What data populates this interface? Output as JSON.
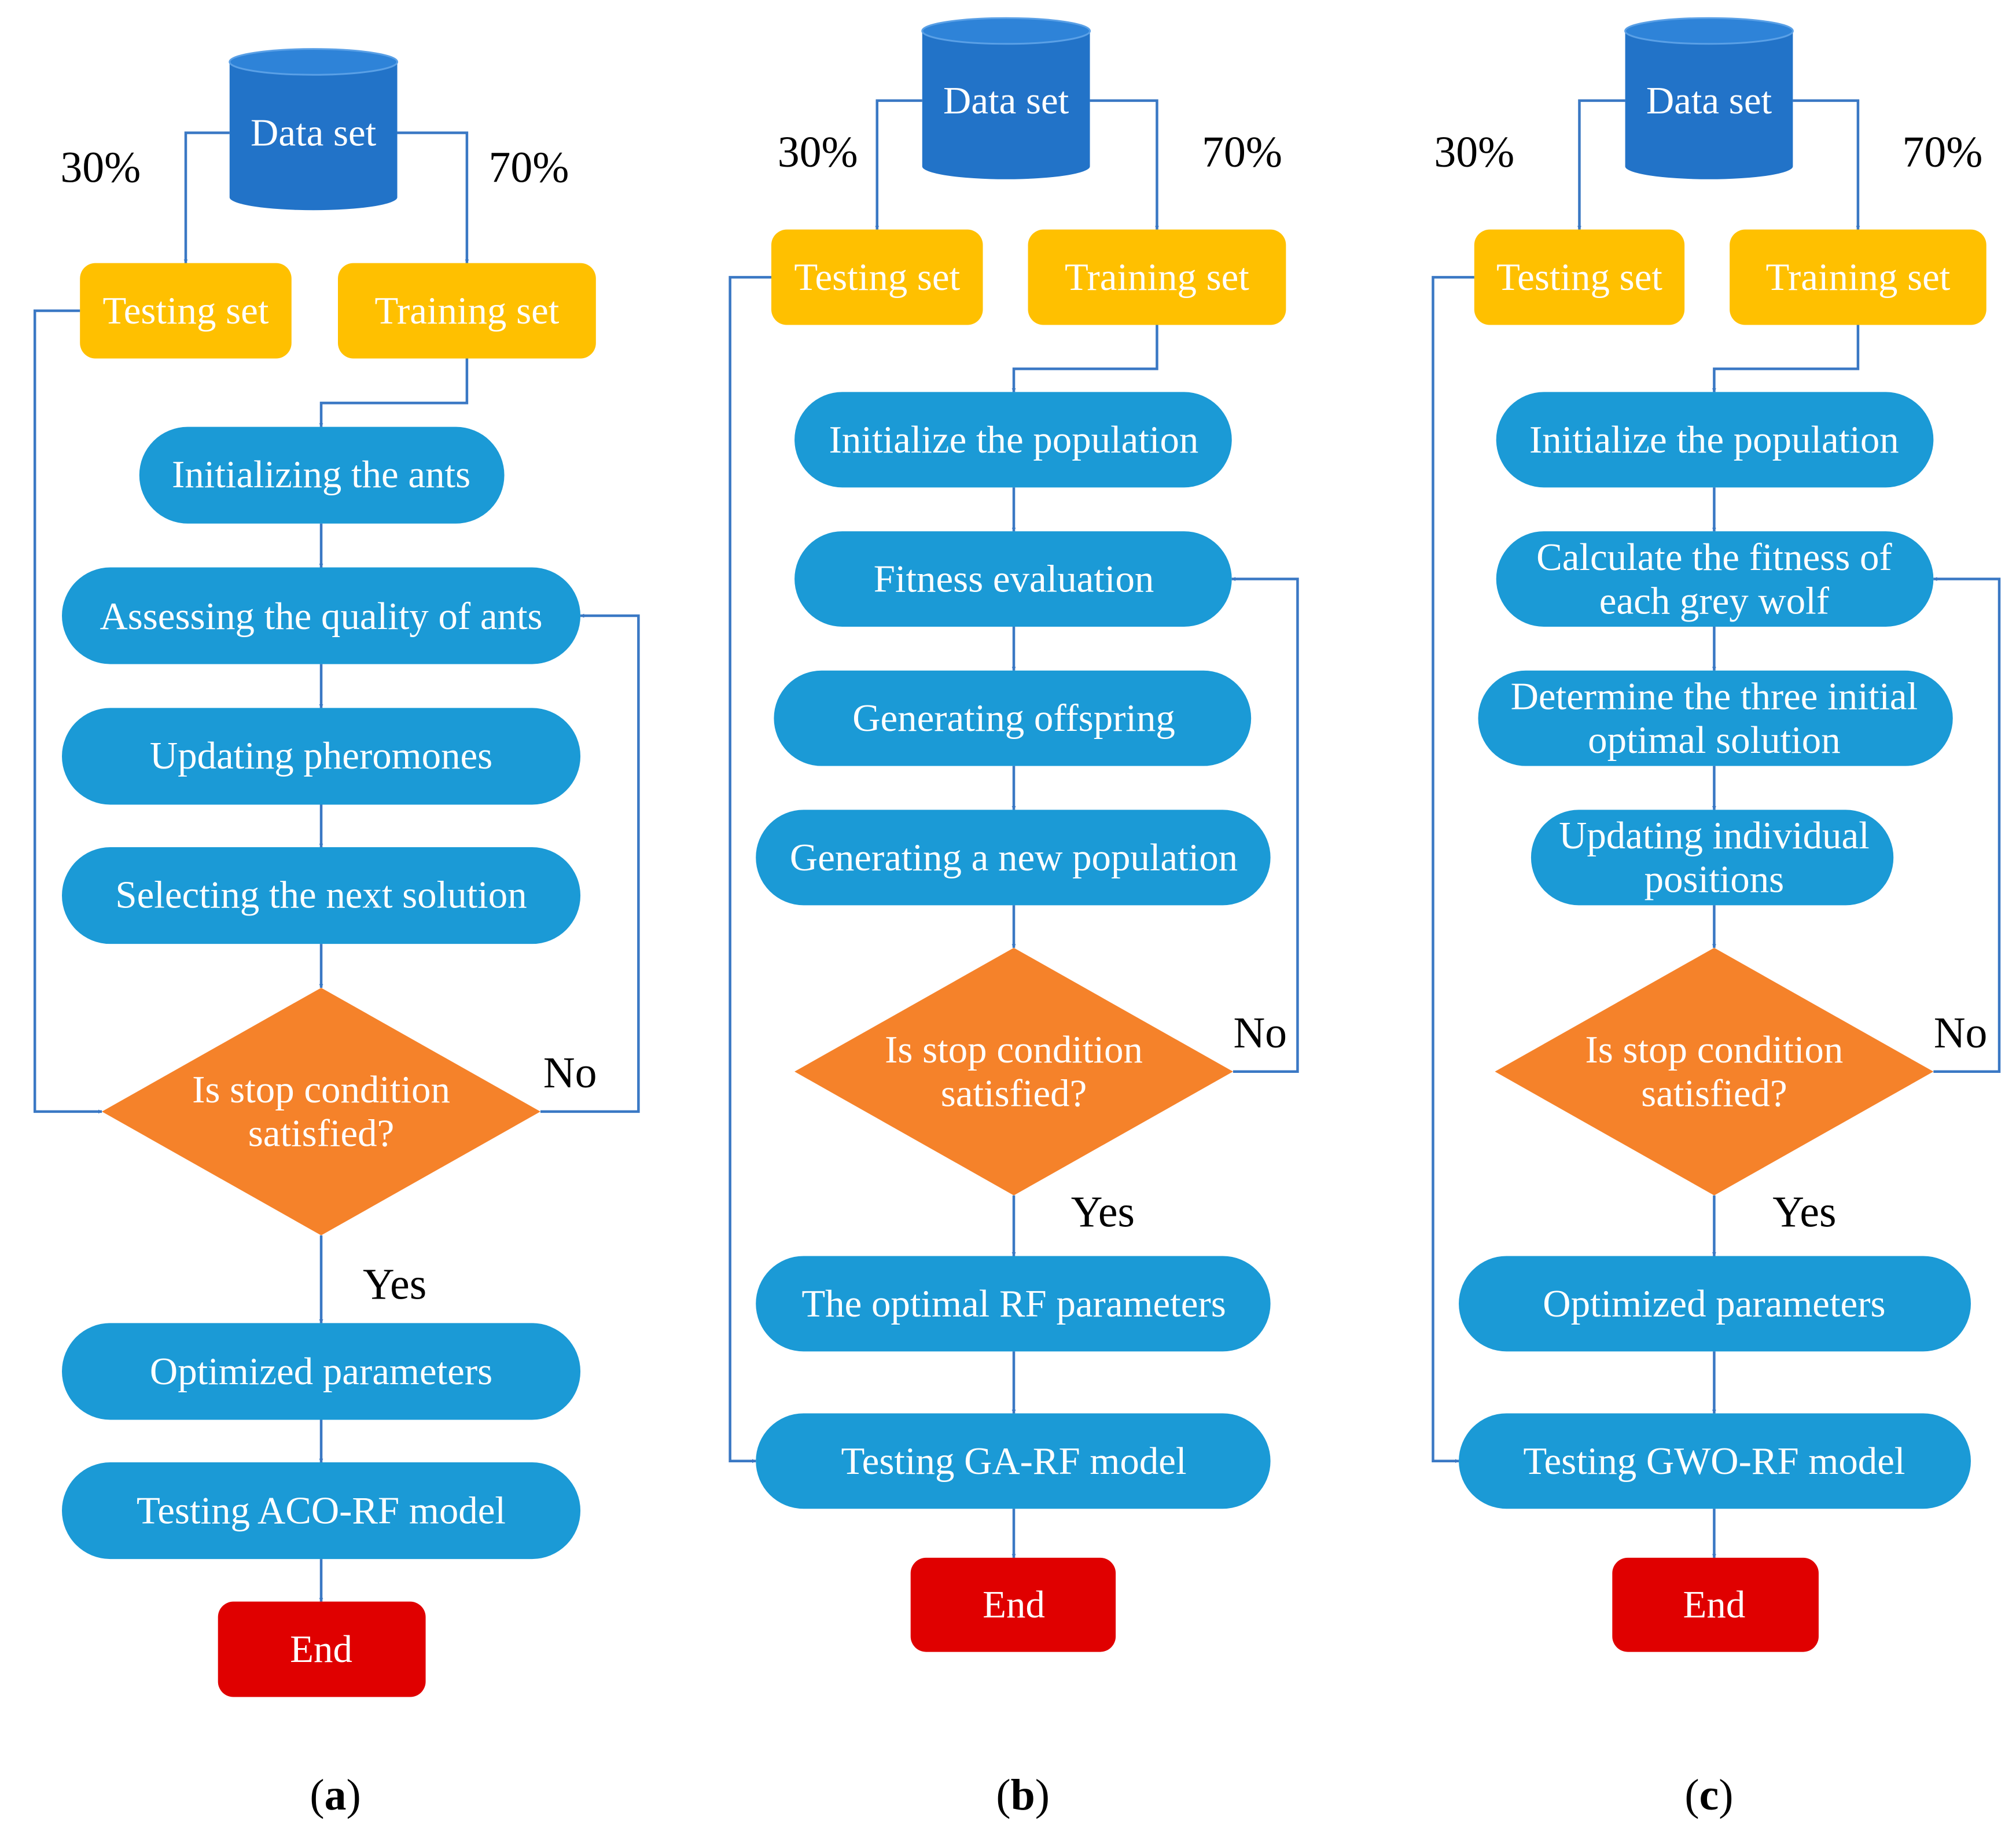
{
  "colors": {
    "cylinder": "#2273C8",
    "split_box": "#FFC000",
    "process": "#1B9AD6",
    "decision": "#F5822A",
    "end": "#E00000",
    "arrow": "#3A78C4",
    "white_text": "#FFFFFF",
    "black_text": "#000000"
  },
  "panels": [
    {
      "id": "a",
      "caption_letter": "a",
      "dataset": "Data set",
      "pct_test": "30%",
      "pct_train": "70%",
      "testing_set": "Testing set",
      "training_set": "Training set",
      "steps": [
        [
          "Initializing the ants"
        ],
        [
          "Assessing the quality of ants"
        ],
        [
          "Updating pheromones"
        ],
        [
          "Selecting the next solution"
        ]
      ],
      "decision": [
        "Is stop condition",
        "satisfied?"
      ],
      "no_label": "No",
      "yes_label": "Yes",
      "optimized": "Optimized parameters",
      "testing_model": "Testing ACO-RF model",
      "end": "End"
    },
    {
      "id": "b",
      "caption_letter": "b",
      "dataset": "Data set",
      "pct_test": "30%",
      "pct_train": "70%",
      "testing_set": "Testing set",
      "training_set": "Training set",
      "steps": [
        [
          "Initialize the population"
        ],
        [
          "Fitness evaluation"
        ],
        [
          "Generating offspring"
        ],
        [
          "Generating a new population"
        ]
      ],
      "decision": [
        "Is stop condition",
        "satisfied?"
      ],
      "no_label": "No",
      "yes_label": "Yes",
      "optimized": "The optimal RF parameters",
      "testing_model": "Testing GA-RF model",
      "end": "End"
    },
    {
      "id": "c",
      "caption_letter": "c",
      "dataset": "Data set",
      "pct_test": "30%",
      "pct_train": "70%",
      "testing_set": "Testing set",
      "training_set": "Training set",
      "steps": [
        [
          "Initialize the population"
        ],
        [
          "Calculate the fitness of",
          "each grey wolf"
        ],
        [
          "Determine the three initial",
          "optimal solution"
        ],
        [
          "Updating individual",
          "positions"
        ]
      ],
      "decision": [
        "Is stop condition",
        "satisfied?"
      ],
      "no_label": "No",
      "yes_label": "Yes",
      "optimized": "Optimized parameters",
      "testing_model": "Testing GWO-RF model",
      "end": "End"
    }
  ]
}
